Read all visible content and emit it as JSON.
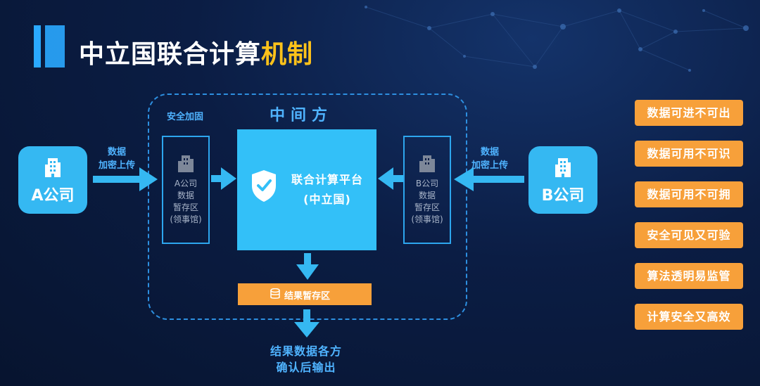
{
  "header": {
    "title_main": "中立国联合计算",
    "title_highlight": "机制"
  },
  "diagram": {
    "middle_label": "中间方",
    "security_label": "安全加固",
    "company_a": {
      "name": "A公司",
      "upload_label_1": "数据",
      "upload_label_2": "加密上传"
    },
    "company_b": {
      "name": "B公司",
      "upload_label_1": "数据",
      "upload_label_2": "加密上传"
    },
    "staging_a": {
      "line1": "A公司",
      "line2": "数据",
      "line3": "暂存区",
      "line4": "(领事馆)"
    },
    "staging_b": {
      "line1": "B公司",
      "line2": "数据",
      "line3": "暂存区",
      "line4": "(领事馆)"
    },
    "platform": {
      "line1": "联合计算平台",
      "line2": "(中立国)"
    },
    "result_area": "结果暂存区",
    "output_line1": "结果数据各方",
    "output_line2": "确认后输出"
  },
  "properties": [
    "数据可进不可出",
    "数据可用不可识",
    "数据可用不可拥",
    "安全可见又可验",
    "算法透明易监管",
    "计算安全又高效"
  ],
  "colors": {
    "accent_blue": "#35b8f2",
    "accent_orange": "#f7a03a",
    "title_highlight": "#ffc21a",
    "background": "#0b1d44"
  }
}
